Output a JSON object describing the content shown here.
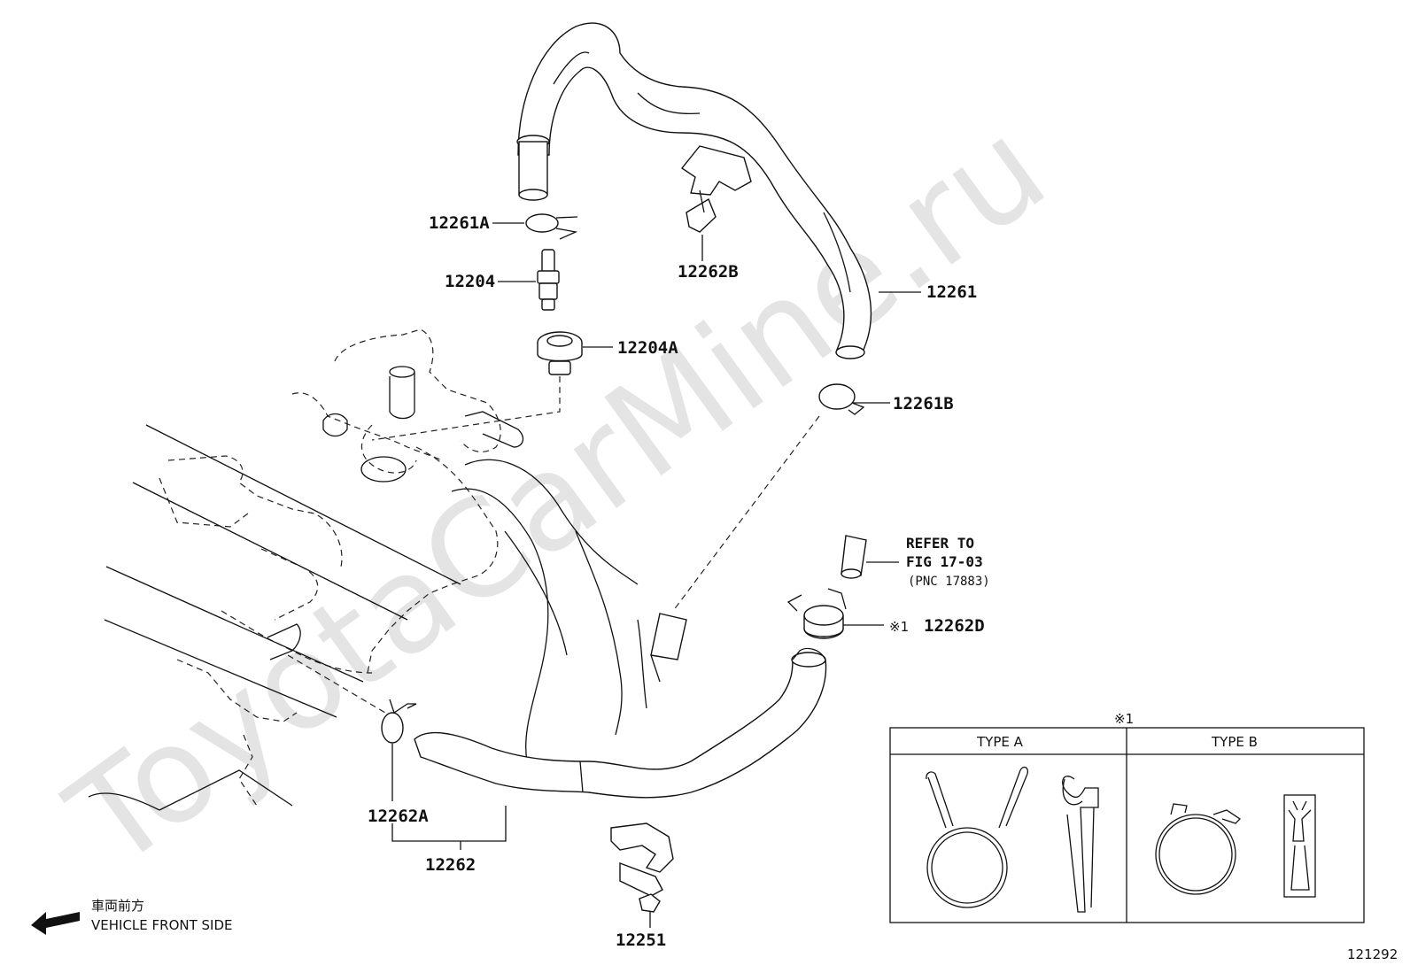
{
  "watermark": "ToyotaCarMine.ru",
  "part_labels": {
    "p12261A": "12261A",
    "p12204": "12204",
    "p12204A": "12204A",
    "p12262B": "12262B",
    "p12261": "12261",
    "p12261B": "12261B",
    "p12262D": "12262D",
    "p12262A": "12262A",
    "p12262": "12262",
    "p12251": "12251"
  },
  "reference_note": {
    "line1": "REFER TO",
    "line2": "FIG 17-03",
    "line3": "(PNC 17883)"
  },
  "note_mark": "※1",
  "clamp_table": {
    "mark": "※1",
    "type_a": "TYPE A",
    "type_b": "TYPE B"
  },
  "direction": {
    "japanese": "車両前方",
    "english": "VEHICLE FRONT SIDE"
  },
  "figure_id": "121292"
}
